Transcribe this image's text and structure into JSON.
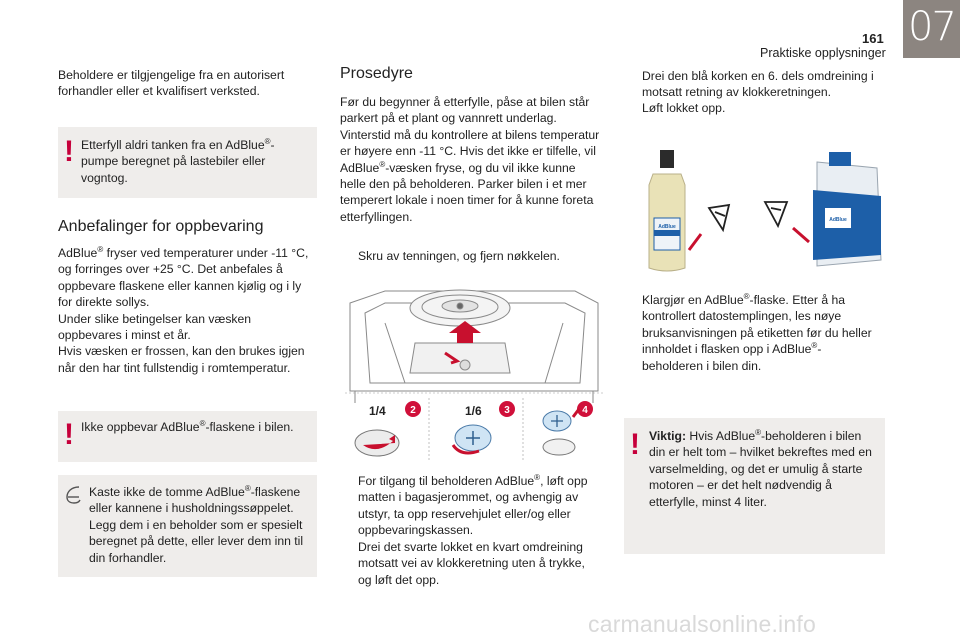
{
  "header": {
    "page_number": "161",
    "chapter": "07",
    "section": "Praktiske opplysninger"
  },
  "col1": {
    "intro": "Beholdere er tilgjengelige fra en autorisert forhandler eller et kvalifisert verksted.",
    "warning1": {
      "line1": "Etterfyll aldri tanken fra en AdBlue",
      "sup": "®",
      "line1_end": "-",
      "rest": "pumpe beregnet på lastebiler eller vogntog."
    },
    "heading": "Anbefalinger for oppbevaring",
    "storage": {
      "p1a": "AdBlue",
      "p1sup": "®",
      "p1b": " fryser ved temperaturer under -11 °C, og forringes over +25 °C. Det anbefales å oppbevare flaskene eller kannen kjølig og i ly for direkte sollys.",
      "p2": "Under slike betingelser kan væsken oppbevares i minst et år.",
      "p3": "Hvis væsken er frossen, kan den brukes igjen når den har tint fullstendig i romtemperatur."
    },
    "warning2": {
      "a": "Ikke oppbevar AdBlue",
      "sup": "®",
      "b": "-flaskene i bilen."
    },
    "eco": {
      "a": "Kaste ikke de tomme AdBlue",
      "sup": "®",
      "b": "-flaskene eller kannene i husholdningssøppelet. Legg dem i en beholder som er spesielt beregnet på dette, eller lever dem inn til din forhandler."
    }
  },
  "col2": {
    "heading": "Prosedyre",
    "intro_a": "Før du begynner å etterfylle, påse at bilen står parkert på et plant og vannrett underlag. Vinterstid må du kontrollere at bilens temperatur er høyere enn -11 °C. Hvis det ikke er tilfelle, vil AdBlue",
    "intro_sup": "®",
    "intro_b": "-væsken fryse, og du vil ikke kunne helle den på beholderen. Parker bilen i et mer temperert lokale i noen timer for å kunne foreta etterfyllingen.",
    "step1": "Skru av tenningen, og fjern nøkkelen.",
    "figure": {
      "label_quarter": "1/4",
      "label_sixth": "1/6",
      "badge2": "2",
      "badge3": "3",
      "badge4": "4"
    },
    "step2_a": "For tilgang til beholderen AdBlue",
    "step2_sup": "®",
    "step2_b": ", løft opp matten i bagasjerommet, og avhengig av utstyr, ta opp reservehjulet eller/og eller oppbevaringskassen.",
    "step3": "Drei det svarte lokket en kvart omdreining motsatt vei av klokkeretning uten å trykke, og løft det opp."
  },
  "col3": {
    "step4": "Drei den blå korken en 6. dels omdreining i motsatt retning av klokkeretningen.",
    "step5": "Løft lokket opp.",
    "bottle_label": "AdBlue",
    "step6_a": "Klargjør en AdBlue",
    "step6_sup": "®",
    "step6_b": "-flaske. Etter å ha kontrollert datostemplingen, les nøye bruksanvisningen på etiketten før du heller innholdet i flasken opp i AdBlue",
    "step6_sup2": "®",
    "step6_c": "-beholderen i bilen din.",
    "warning3": {
      "bold": "Viktig:",
      "a": " Hvis AdBlue",
      "sup": "®",
      "b": "-beholderen i bilen din er helt tom – hvilket bekreftes med en varselmelding, og det er umulig å starte motoren – er det helt nødvendig å etterfylle, minst 4 liter."
    }
  },
  "footer": {
    "watermark": "carmanualsonline.info"
  },
  "bullet_glyph": "",
  "colors": {
    "warning_red": "#c6003b",
    "box_bg": "#efedeb",
    "badge_red": "#d0103a",
    "arrow_red": "#c8102e",
    "chapter_bg": "#8c8580",
    "adblue_blue": "#1d5fa8"
  }
}
